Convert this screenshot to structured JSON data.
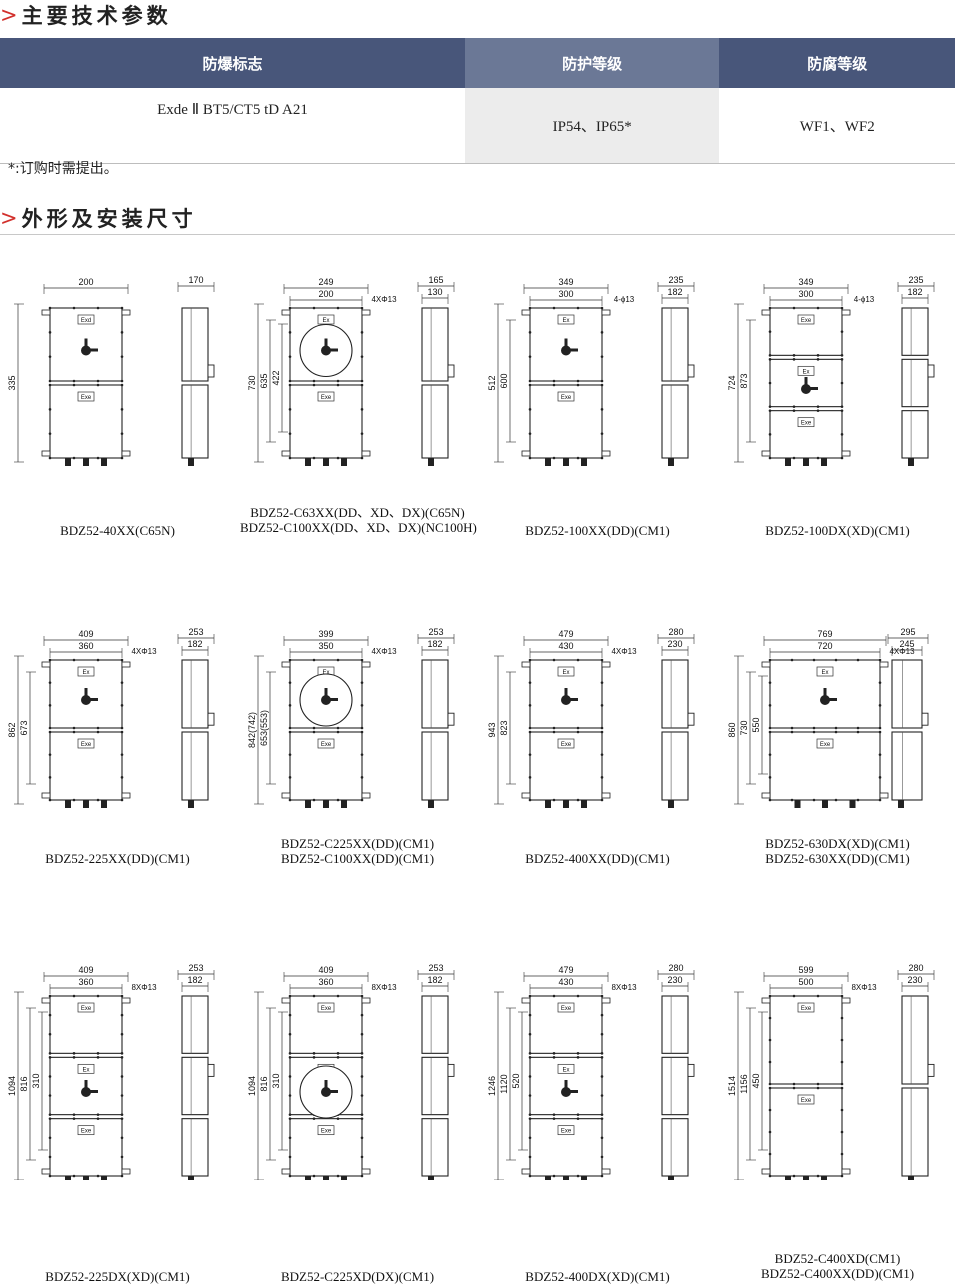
{
  "section1": {
    "chevron": ">",
    "title": "主要技术参数"
  },
  "table": {
    "headers": [
      "防爆标志",
      "防护等级",
      "防腐等级"
    ],
    "row": [
      "Exde Ⅱ BT5/CT5 tD A21",
      "IP54、IP65*",
      "WF1、WF2"
    ]
  },
  "note": "*:订购时需提出。",
  "section2": {
    "chevron": ">",
    "title": "外形及安装尺寸"
  },
  "drawings": [
    {
      "caption": [
        "BDZ52-40XX(C65N)"
      ],
      "dims": [
        "200",
        "170",
        "335"
      ],
      "labels": [
        "Exd",
        "Exe"
      ]
    },
    {
      "caption": [
        "BDZ52-C63XX(DD、XD、DX)(C65N)",
        "BDZ52-C100XX(DD、XD、DX)(NC100H)"
      ],
      "dims": [
        "249",
        "200",
        "4XΦ13",
        "165",
        "130",
        "730",
        "635",
        "422"
      ],
      "labels": [
        "Ex",
        "Exe"
      ]
    },
    {
      "caption": [
        "BDZ52-100XX(DD)(CM1)"
      ],
      "dims": [
        "349",
        "300",
        "4-ϕ13",
        "235",
        "182",
        "512",
        "600"
      ],
      "labels": [
        "Ex",
        "Exe"
      ]
    },
    {
      "caption": [
        "BDZ52-100DX(XD)(CM1)"
      ],
      "dims": [
        "349",
        "300",
        "4-ϕ13",
        "235",
        "182",
        "724",
        "873"
      ],
      "labels": [
        "Exe",
        "Ex",
        "Exe"
      ]
    },
    {
      "caption": [
        "BDZ52-225XX(DD)(CM1)"
      ],
      "dims": [
        "409",
        "360",
        "4XΦ13",
        "253",
        "182",
        "862",
        "673"
      ],
      "labels": [
        "Ex",
        "Exe"
      ]
    },
    {
      "caption": [
        "BDZ52-C225XX(DD)(CM1)",
        "BDZ52-C100XX(DD)(CM1)"
      ],
      "dims": [
        "399",
        "350",
        "4XΦ13",
        "253",
        "182",
        "842(742)",
        "653(553)"
      ],
      "labels": [
        "Ex",
        "Exe"
      ]
    },
    {
      "caption": [
        "BDZ52-400XX(DD)(CM1)"
      ],
      "dims": [
        "479",
        "430",
        "4XΦ13",
        "280",
        "230",
        "943",
        "823"
      ],
      "labels": [
        "Ex",
        "Exe"
      ]
    },
    {
      "caption": [
        "BDZ52-630DX(XD)(CM1)",
        "BDZ52-630XX(DD)(CM1)"
      ],
      "dims": [
        "769",
        "720",
        "4XΦ13",
        "295",
        "245",
        "860",
        "730",
        "550"
      ],
      "labels": [
        "Ex",
        "Exe"
      ]
    },
    {
      "caption": [
        "BDZ52-225DX(XD)(CM1)"
      ],
      "dims": [
        "409",
        "360",
        "8XΦ13",
        "253",
        "182",
        "1094",
        "816",
        "310"
      ],
      "labels": [
        "Exe",
        "Ex",
        "Exe"
      ]
    },
    {
      "caption": [
        "BDZ52-C225XD(DX)(CM1)"
      ],
      "dims": [
        "409",
        "360",
        "8XΦ13",
        "253",
        "182",
        "1094",
        "816",
        "310"
      ],
      "labels": [
        "Exe",
        "Ex",
        "Exe"
      ]
    },
    {
      "caption": [
        "BDZ52-400DX(XD)(CM1)"
      ],
      "dims": [
        "479",
        "430",
        "8XΦ13",
        "280",
        "230",
        "1246",
        "1120",
        "520"
      ],
      "labels": [
        "Exe",
        "Ex",
        "Exe"
      ]
    },
    {
      "caption": [
        "BDZ52-C400XD(CM1)",
        "BDZ52-C400XX(DD)(CM1)"
      ],
      "dims": [
        "599",
        "500",
        "8XΦ13",
        "280",
        "230",
        "1514",
        "1156",
        "450"
      ],
      "labels": [
        "Exe",
        "Exe"
      ]
    }
  ]
}
